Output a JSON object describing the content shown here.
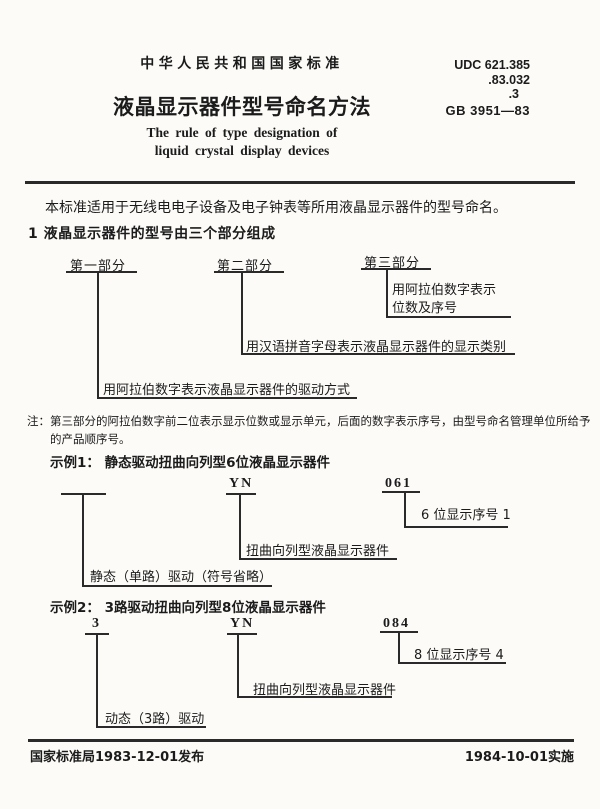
{
  "header": {
    "standard_name": "中华人民共和国国家标准",
    "udc_line1": "UDC 621.385",
    "udc_line2": ".83.032",
    "udc_line3": ".3",
    "gb_number": "GB 3951—83",
    "title_zh": "液晶显示器件型号命名方法",
    "title_en_line1": "The rule of type designation of",
    "title_en_line2": "liquid crystal display devices"
  },
  "body": {
    "scope": "本标准适用于无线电电子设备及电子钟表等所用液晶显示器件的型号命名。",
    "section1_heading": "1  液晶显示器件的型号由三个部分组成",
    "note_line1": "注：第三部分的阿拉伯数字前二位表示显示位数或显示单元，后面的数字表示序号，由型号命名管理单位所给予",
    "note_line2": "的产品顺序号。",
    "example1_heading": "示例1： 静态驱动扭曲向列型6位液晶显示器件",
    "example2_heading": "示例2： 3路驱动扭曲向列型8位液晶显示器件"
  },
  "diagram1": {
    "part1": {
      "label": "第一部分",
      "desc": "用阿拉伯数字表示液晶显示器件的驱动方式"
    },
    "part2": {
      "label": "第二部分",
      "desc": "用汉语拼音字母表示液晶显示器件的显示类别"
    },
    "part3": {
      "label": "第三部分",
      "desc_line1": "用阿拉伯数字表示",
      "desc_line2": "位数及序号"
    }
  },
  "example1": {
    "part1": {
      "code": "",
      "desc": "静态（单路）驱动（符号省略）"
    },
    "part2": {
      "code": "YN",
      "desc": "扭曲向列型液晶显示器件"
    },
    "part3": {
      "code": "061",
      "desc": "6 位显示序号 1"
    }
  },
  "example2": {
    "part1": {
      "code": "3",
      "desc": "动态（3路）驱动"
    },
    "part2": {
      "code": "YN",
      "desc": "扭曲向列型液晶显示器件"
    },
    "part3": {
      "code": "084",
      "desc": "8 位显示序号 4"
    }
  },
  "footer": {
    "left": "国家标准局1983-12-01发布",
    "right": "1984-10-01实施"
  }
}
